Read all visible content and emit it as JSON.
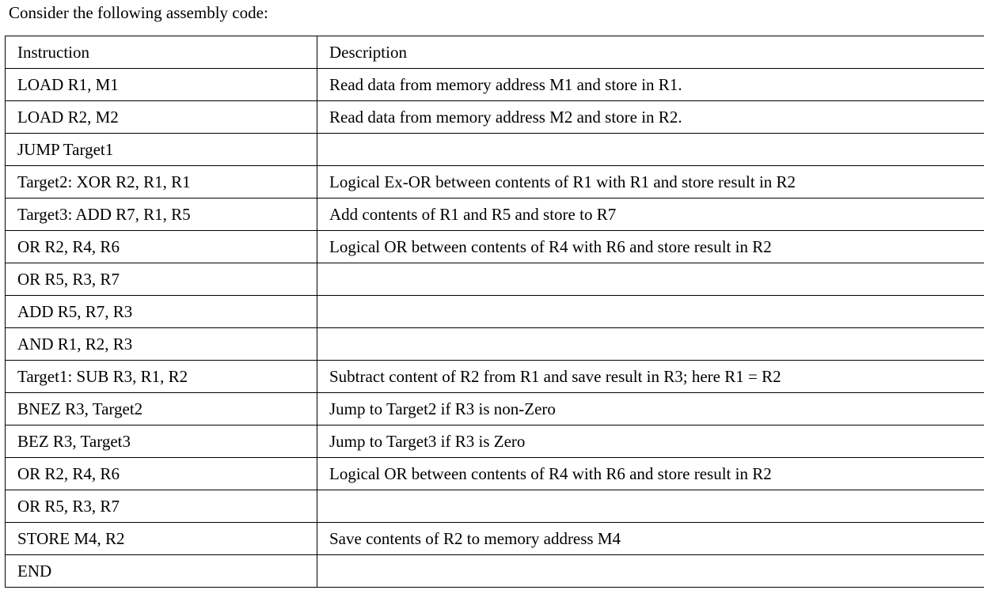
{
  "document": {
    "intro_text": "Consider the following assembly code:"
  },
  "table": {
    "columns": [
      {
        "key": "instruction",
        "header": "Instruction"
      },
      {
        "key": "description",
        "header": "Description"
      }
    ],
    "rows": [
      {
        "instruction": "LOAD R1, M1",
        "description": "Read data from memory address M1 and store in R1."
      },
      {
        "instruction": "LOAD R2, M2",
        "description": "Read data from memory address M2 and store in R2."
      },
      {
        "instruction": "JUMP Target1",
        "description": ""
      },
      {
        "instruction": "Target2: XOR R2, R1, R1",
        "description": "Logical Ex-OR between contents of R1 with R1 and store result in R2"
      },
      {
        "instruction": "Target3: ADD R7, R1, R5",
        "description": "Add contents of R1 and R5 and store to R7"
      },
      {
        "instruction": "OR R2, R4, R6",
        "description": "Logical OR between contents of R4 with R6 and store result in R2"
      },
      {
        "instruction": "OR R5, R3, R7",
        "description": ""
      },
      {
        "instruction": "ADD R5, R7, R3",
        "description": ""
      },
      {
        "instruction": "AND R1, R2, R3",
        "description": ""
      },
      {
        "instruction": "Target1: SUB R3, R1, R2",
        "description": "Subtract content of R2 from R1 and save result in R3; here R1 = R2"
      },
      {
        "instruction": "BNEZ R3, Target2",
        "description": "Jump to Target2 if R3 is non-Zero"
      },
      {
        "instruction": "BEZ R3, Target3",
        "description": "Jump to Target3 if R3 is Zero"
      },
      {
        "instruction": "OR R2, R4, R6",
        "description": "Logical OR between contents of R4 with R6 and store result in R2"
      },
      {
        "instruction": "OR R5, R3, R7",
        "description": ""
      },
      {
        "instruction": "STORE M4, R2",
        "description": "Save contents of R2 to memory address M4"
      },
      {
        "instruction": "END",
        "description": ""
      }
    ]
  }
}
